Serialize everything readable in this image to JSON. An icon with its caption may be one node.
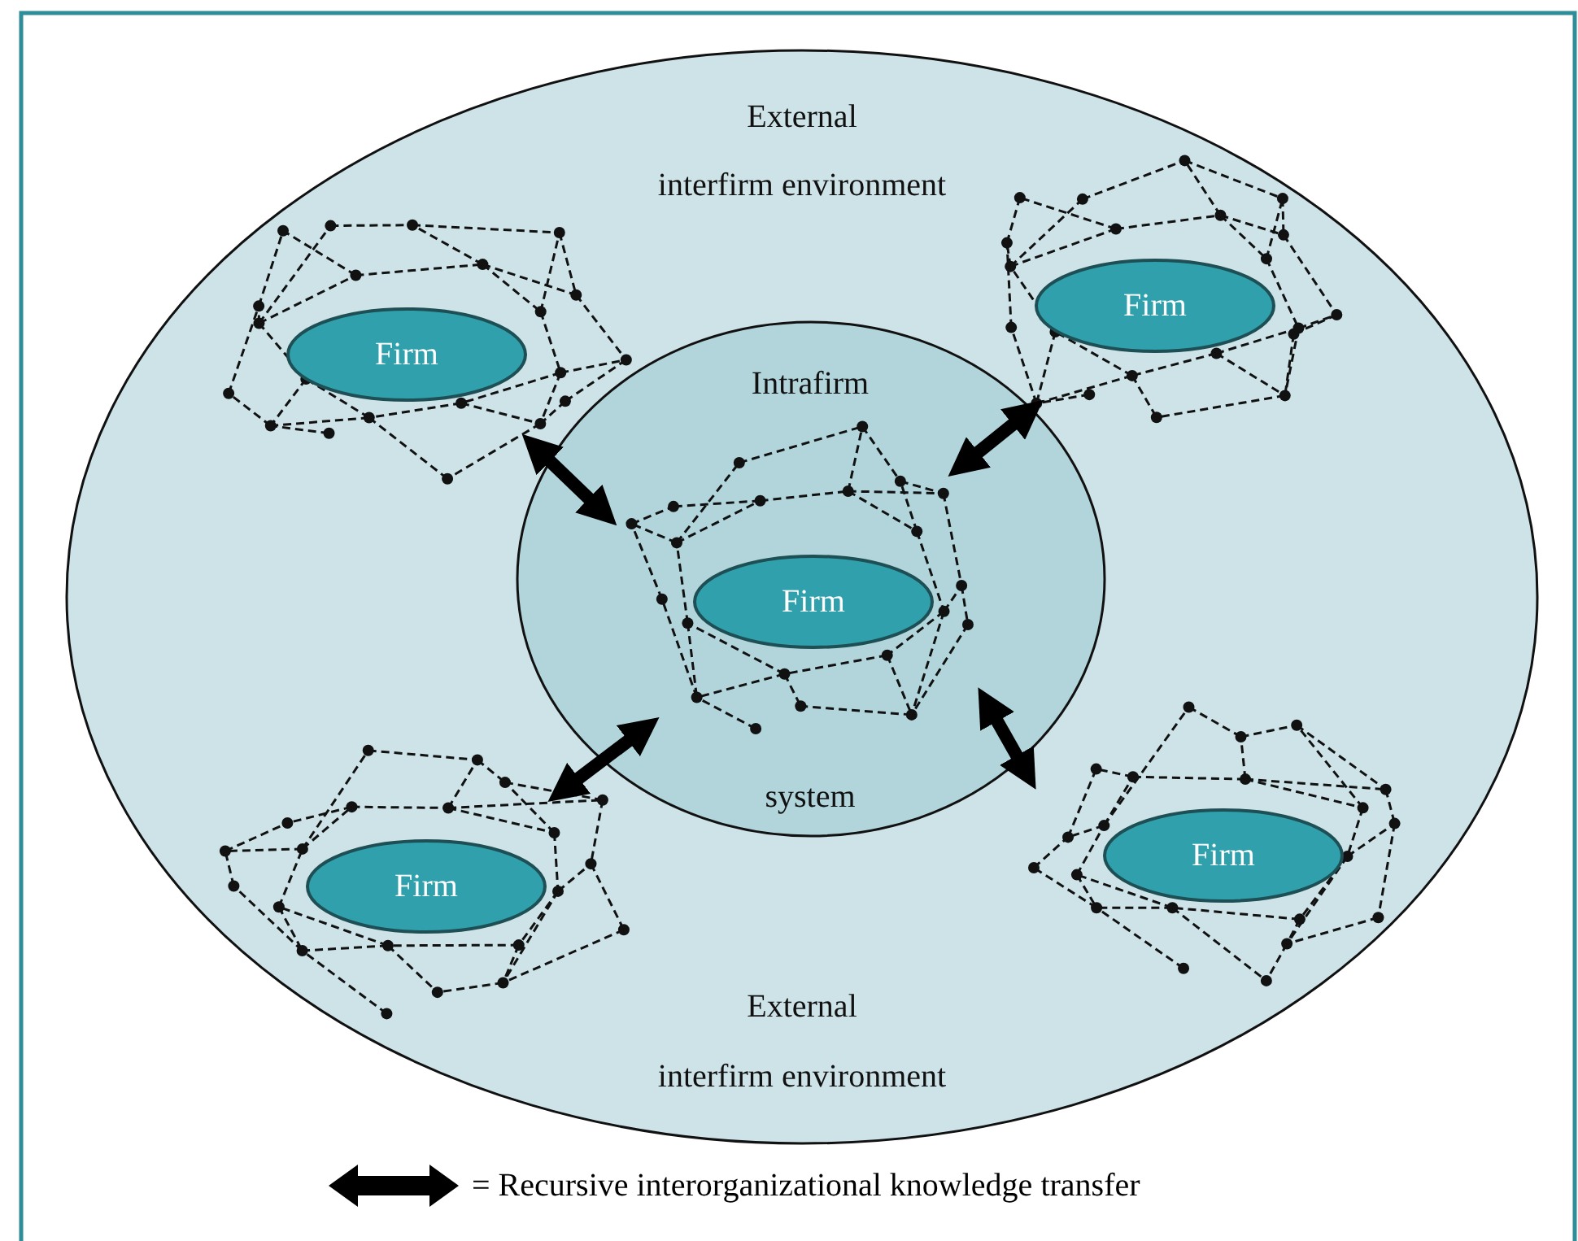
{
  "diagram": {
    "nodes": [
      {
        "text": [
          "External",
          "interfirm environment",
          "External",
          "interfirm environment"
        ]
      },
      {
        "text": [],
        "shape": "network",
        "in": 0
      },
      {
        "text": [
          "Firm"
        ],
        "in": 1
      },
      {
        "text": [],
        "shape": "network",
        "in": 0
      },
      {
        "text": [
          "Firm"
        ],
        "in": 3
      },
      {
        "text": [
          "Intrafirm",
          "system"
        ],
        "in": 0
      },
      {
        "text": [],
        "shape": "network",
        "in": 5
      },
      {
        "text": [
          "Firm"
        ],
        "in": 6
      },
      {
        "text": [],
        "shape": "network",
        "in": 0
      },
      {
        "text": [
          "Firm"
        ],
        "in": 8
      },
      {
        "text": [],
        "shape": "network",
        "in": 0
      },
      {
        "text": [
          "Firm"
        ],
        "in": 10
      }
    ],
    "edges": [
      {
        "from": 1,
        "to": 6,
        "arrow": "both"
      },
      {
        "from": 3,
        "to": 6,
        "arrow": "both"
      },
      {
        "from": 8,
        "to": 6,
        "arrow": "both"
      },
      {
        "from": 10,
        "to": 6,
        "arrow": "both"
      }
    ],
    "legend": [
      {
        "text": "= Recursive interorganizational knowledge transfer"
      }
    ]
  }
}
